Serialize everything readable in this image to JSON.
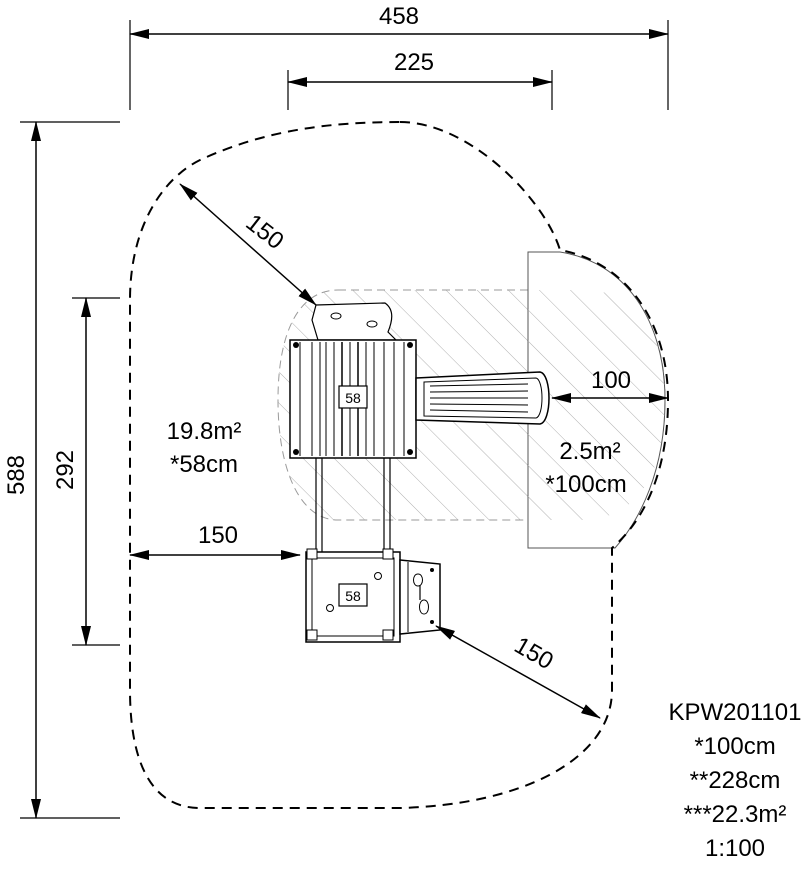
{
  "dimensions": {
    "overall_width": "458",
    "equipment_width": "225",
    "overall_height": "588",
    "equipment_height": "292",
    "clearance_top": "150",
    "clearance_left": "150",
    "clearance_bottom": "150",
    "clearance_slide": "100"
  },
  "areas": {
    "main_area": "19.8m²",
    "main_depth": "*58cm",
    "slide_area": "2.5m²",
    "slide_depth": "*100cm"
  },
  "platforms": {
    "upper_height": "58",
    "lower_height": "58"
  },
  "specs": {
    "model": "KPW201101",
    "fall_height": "*100cm",
    "free_height": "**228cm",
    "total_area": "***22.3m²",
    "scale": "1:100"
  }
}
